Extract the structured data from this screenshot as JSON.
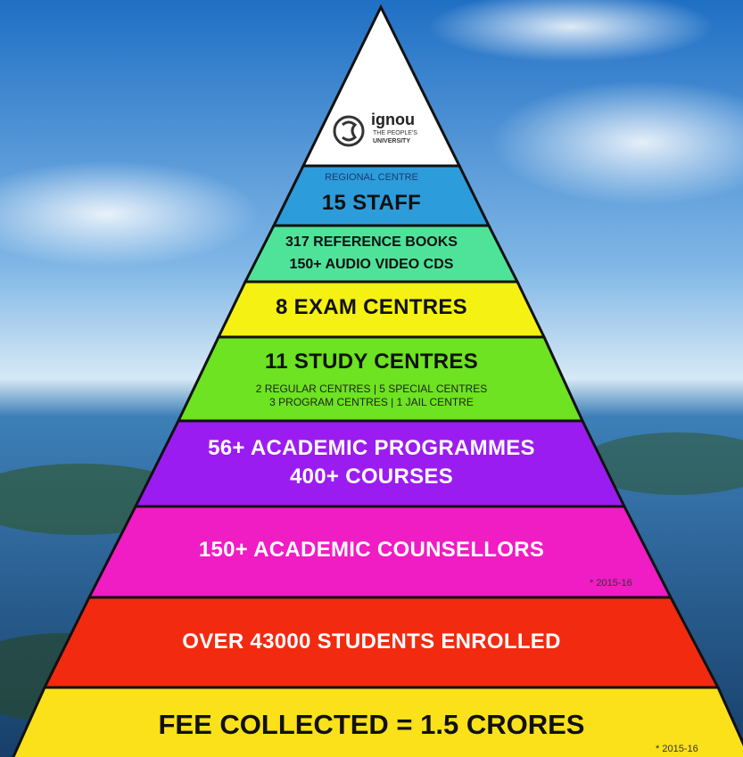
{
  "logo": {
    "wordmark": "ignou",
    "tagline_line1": "THE PEOPLE'S",
    "tagline_line2": "UNIVERSITY"
  },
  "tiers": [
    {
      "label": "REGIONAL CENTRE",
      "value": "15 STAFF",
      "color": "#2d9cdb"
    },
    {
      "line1": "317 REFERENCE BOOKS",
      "line2": "150+ AUDIO VIDEO CDS",
      "color": "#4fe39a"
    },
    {
      "value": "8 EXAM CENTRES",
      "color": "#f5f112"
    },
    {
      "value": "11 STUDY CENTRES",
      "detail1": "2 REGULAR CENTRES | 5 SPECIAL CENTRES",
      "detail2": "3 PROGRAM CENTRES | 1 JAIL CENTRE",
      "color": "#6de321"
    },
    {
      "line1": "56+ ACADEMIC PROGRAMMES",
      "line2": "400+ COURSES",
      "color": "#9b1cf0"
    },
    {
      "value": "150+ ACADEMIC COUNSELLORS",
      "note": "* 2015-16",
      "color": "#f01cc4"
    },
    {
      "value": "OVER 43000 STUDENTS ENROLLED",
      "color": "#f22a10"
    },
    {
      "value": "FEE COLLECTED = 1.5 CRORES",
      "note": "* 2015-16",
      "color": "#fbe11a"
    }
  ],
  "colors": {
    "apex": "#ffffff",
    "outline": "#111111",
    "sky_top": "#1f6fc4",
    "sky_mid": "#8fc3ec",
    "sea": "#1c4a78"
  }
}
